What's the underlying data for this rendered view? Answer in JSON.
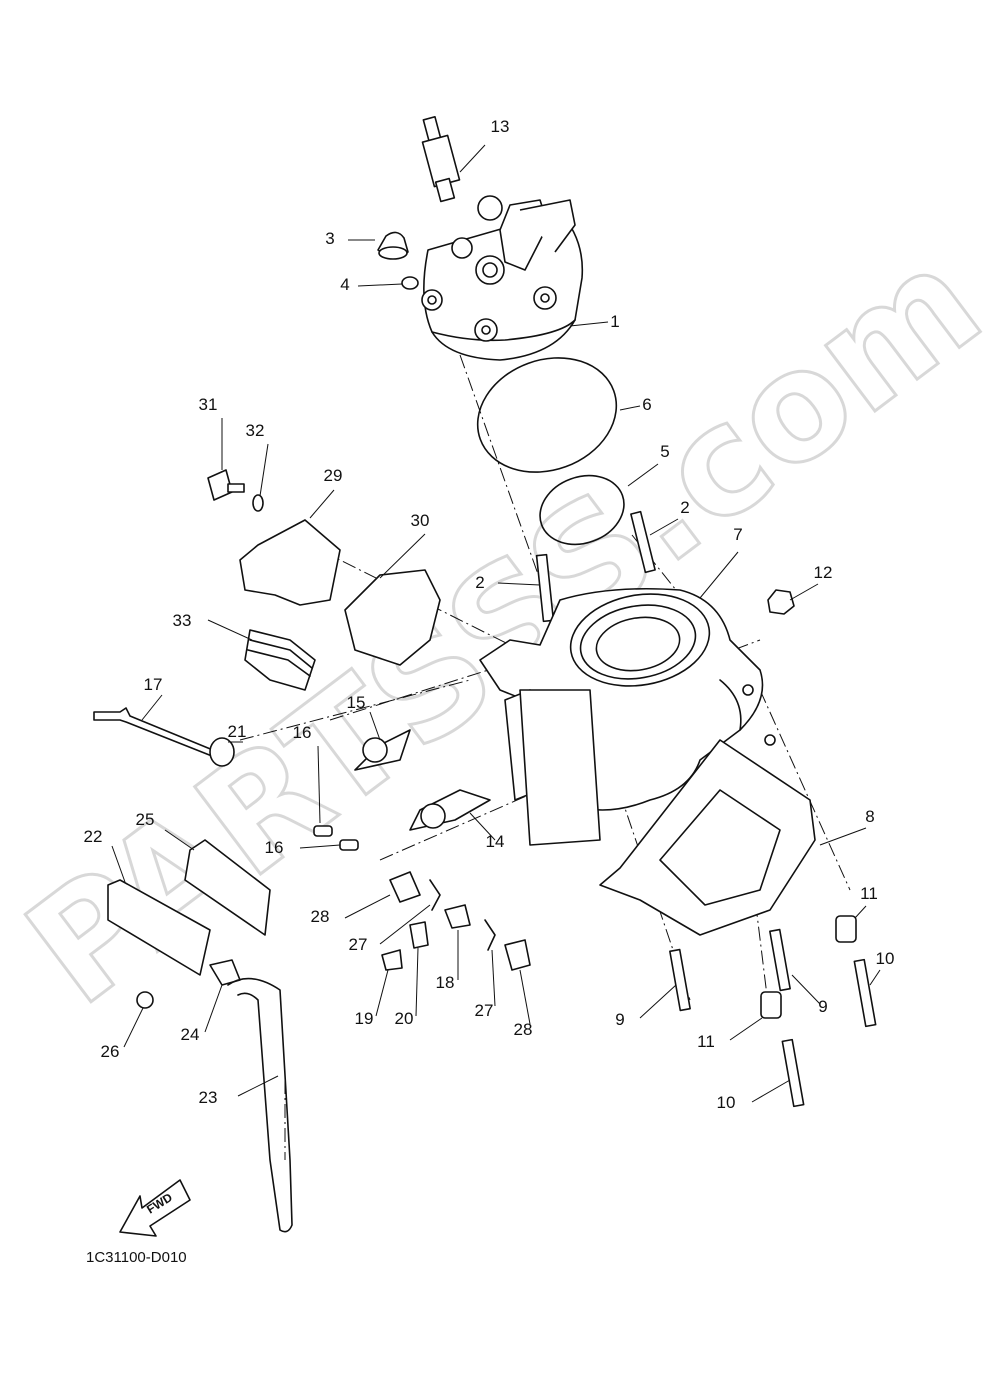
{
  "diagram": {
    "code": "1C31100-D010",
    "fwd_label": "FWD",
    "watermark": "PARTSSS.com",
    "callouts": [
      "13",
      "3",
      "4",
      "1",
      "6",
      "5",
      "2",
      "2",
      "7",
      "12",
      "31",
      "32",
      "29",
      "30",
      "33",
      "17",
      "21",
      "16",
      "15",
      "16",
      "14",
      "8",
      "22",
      "25",
      "28",
      "27",
      "18",
      "20",
      "19",
      "27",
      "28",
      "11",
      "9",
      "9",
      "10",
      "11",
      "10",
      "24",
      "26",
      "23"
    ]
  }
}
